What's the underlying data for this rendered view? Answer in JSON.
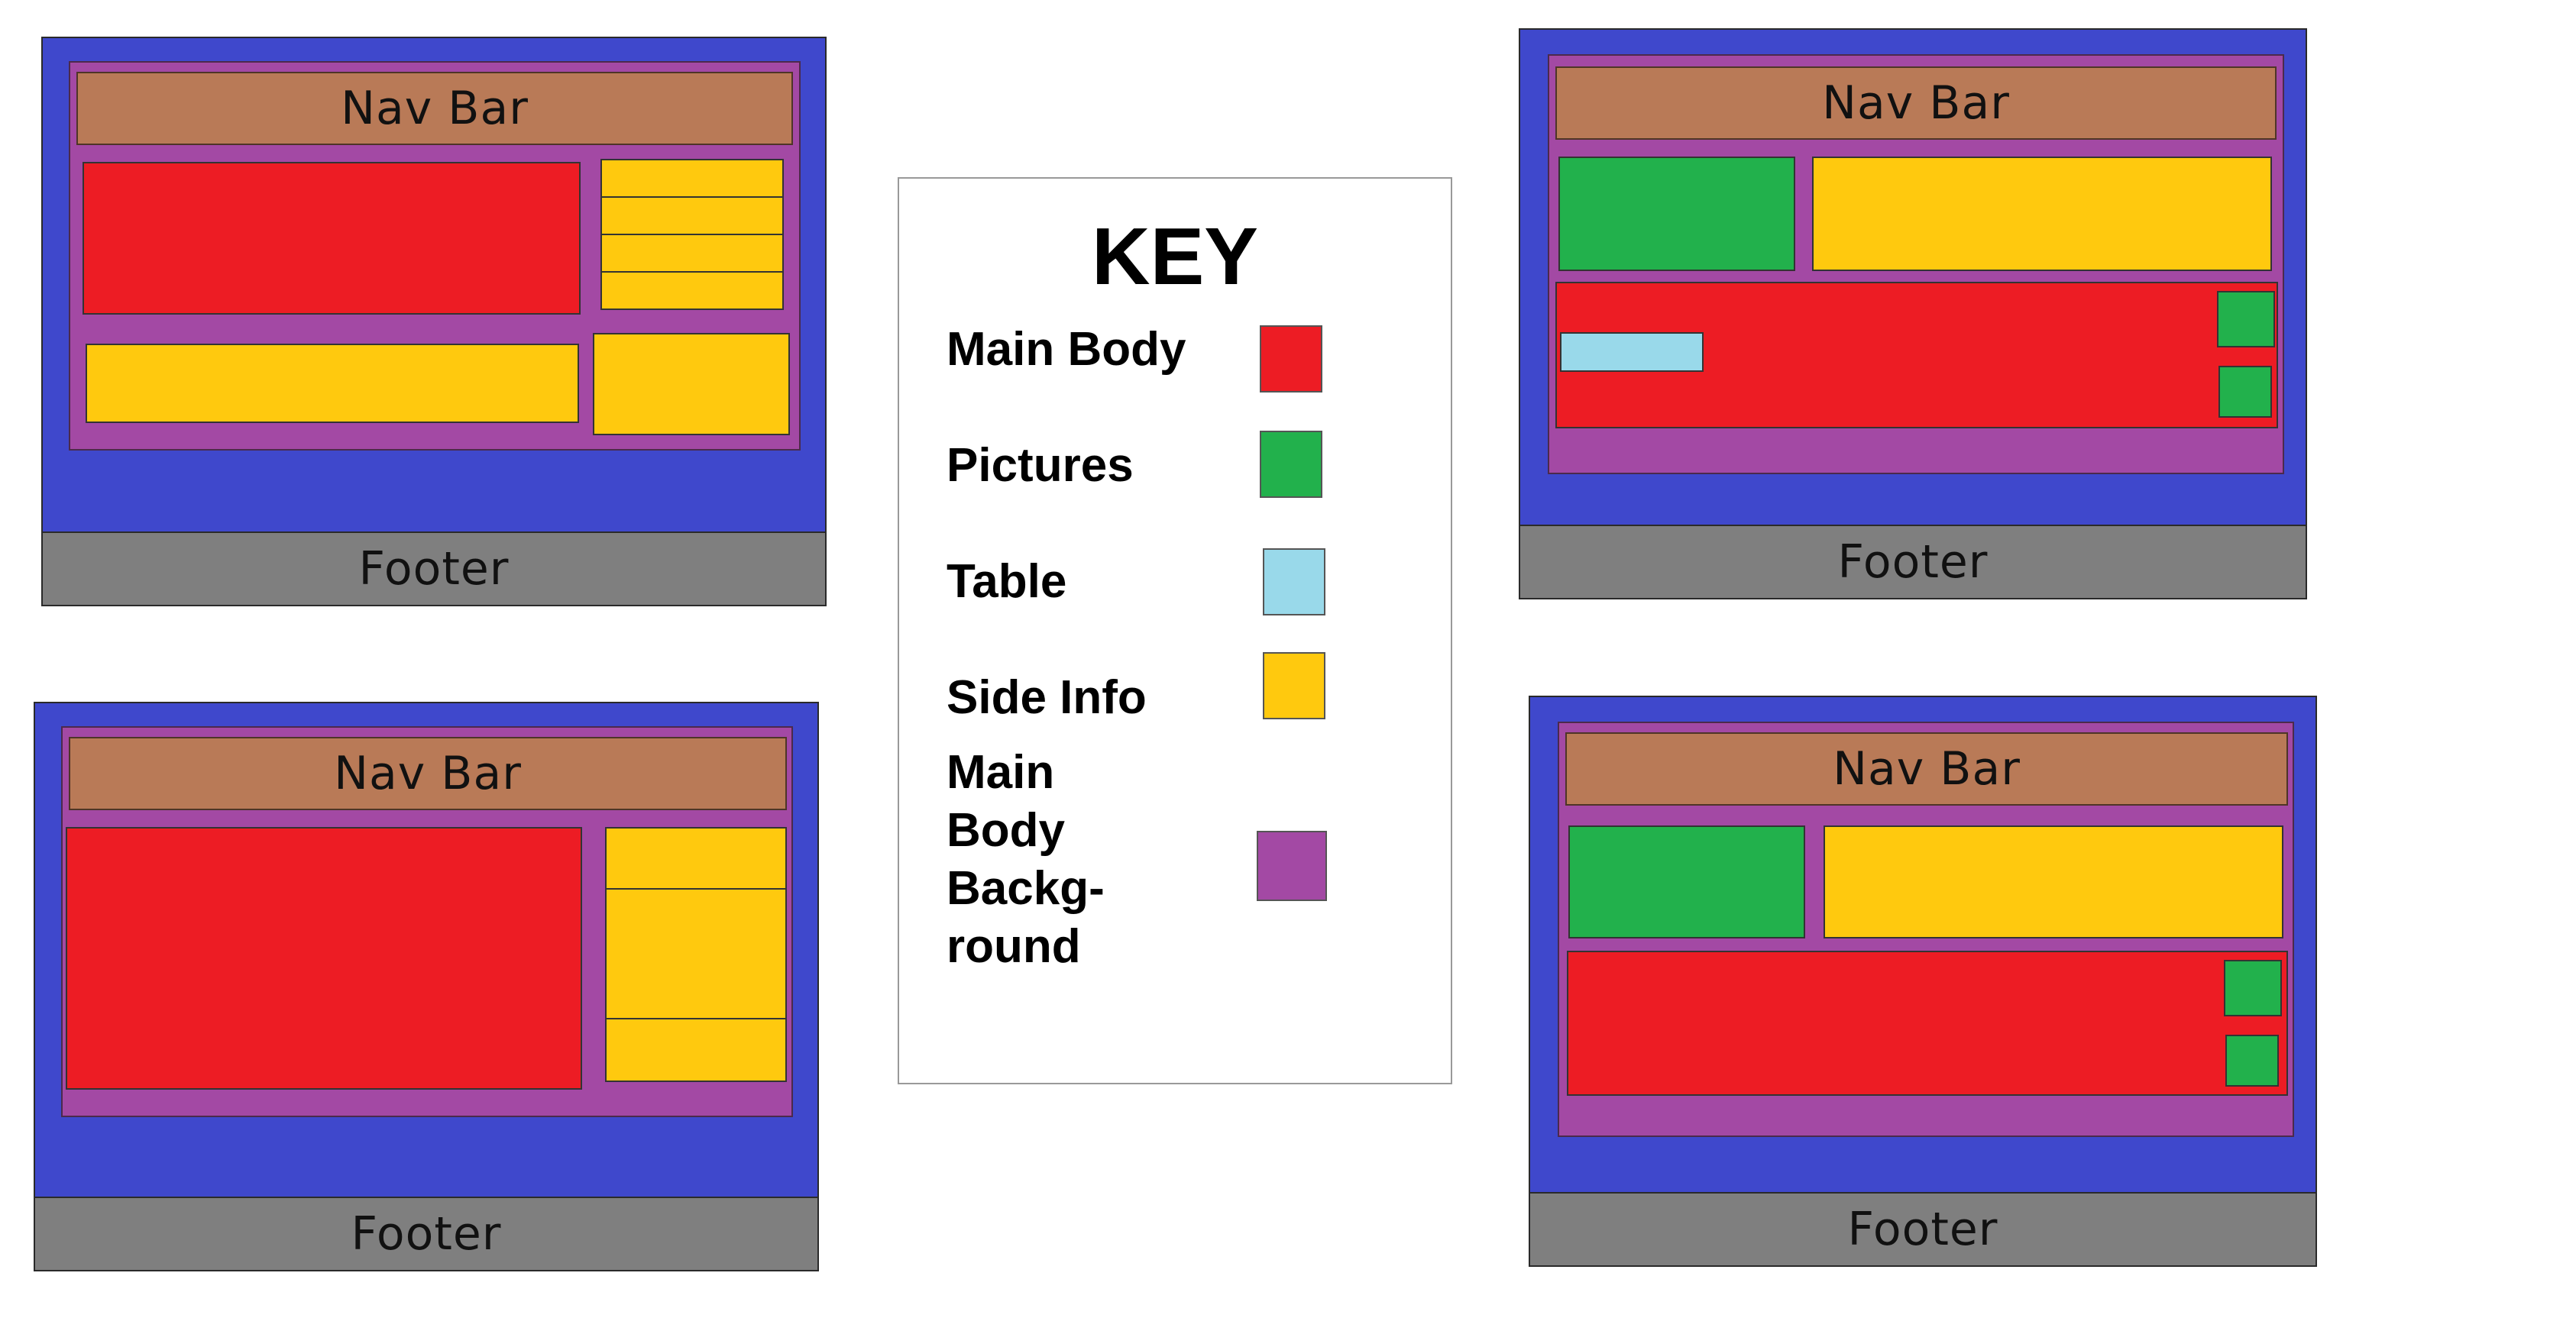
{
  "wireframes": {
    "nav_label": "Nav Bar",
    "footer_label": "Footer"
  },
  "key": {
    "title": "KEY",
    "items": [
      {
        "label": "Main Body",
        "color": "#ed1c24"
      },
      {
        "label": "Pictures",
        "color": "#22b14c"
      },
      {
        "label": "Table",
        "color": "#99d9ea"
      },
      {
        "label": "Side Info",
        "color": "#ffc90e"
      },
      {
        "label": "Main Body Backg-round",
        "color": "#a349a4"
      }
    ]
  },
  "colors": {
    "page_frame": "#3f48cc",
    "main_body_background": "#a349a4",
    "nav_bar": "#b97a57",
    "footer": "#7f7f7f",
    "main_body": "#ed1c24",
    "pictures": "#22b14c",
    "table": "#99d9ea",
    "side_info": "#ffc90e"
  }
}
